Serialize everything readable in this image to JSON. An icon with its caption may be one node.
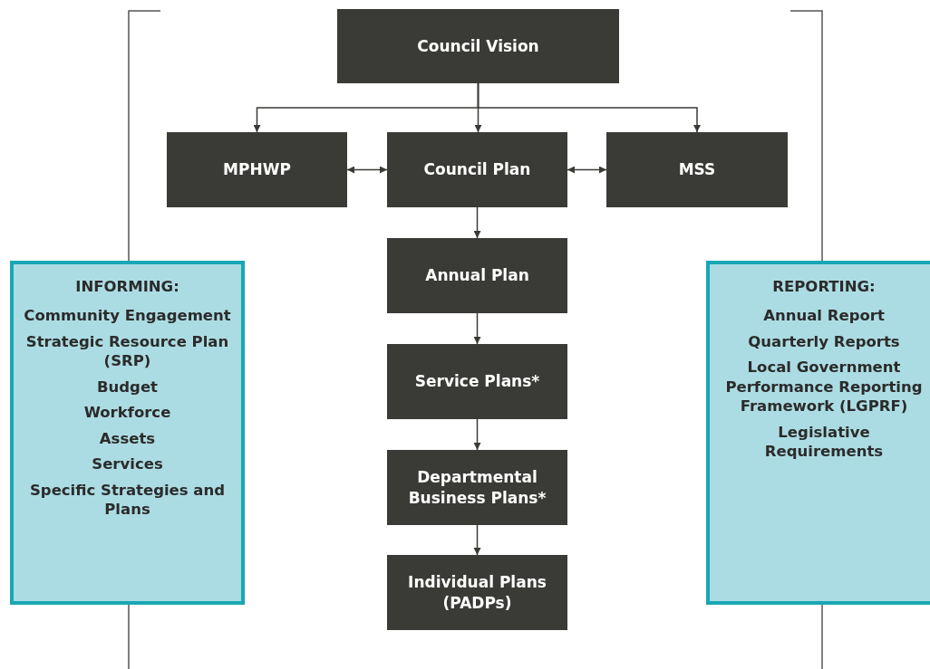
{
  "diagram": {
    "nodes": [
      {
        "text": [
          "Council Vision"
        ]
      },
      {
        "text": [
          "MPHWP"
        ]
      },
      {
        "text": [
          "Council Plan"
        ]
      },
      {
        "text": [
          "MSS"
        ]
      },
      {
        "text": [
          "INFORMING:",
          "Community Engagement",
          "Strategic Resource Plan (SRP)",
          "Budget",
          "Workforce",
          "Assets",
          "Services",
          "Specific Strategies and Plans"
        ]
      },
      {
        "text": [
          "Annual Plan"
        ]
      },
      {
        "text": [
          "REPORTING:",
          "Annual Report",
          "Quarterly Reports",
          "Local Government Performance Reporting Framework (LGPRF)",
          "Legislative Requirements"
        ]
      },
      {
        "text": [
          "Service Plans*"
        ]
      },
      {
        "text": [
          "Departmental Business Plans*"
        ]
      },
      {
        "text": [
          "Individual Plans (PADPs)"
        ]
      }
    ],
    "edges": [
      {
        "from": 0,
        "to": 1,
        "arrow": "to"
      },
      {
        "from": 0,
        "to": 2,
        "arrow": "to"
      },
      {
        "from": 0,
        "to": 3,
        "arrow": "to"
      },
      {
        "from": 1,
        "to": 2,
        "arrow": "both"
      },
      {
        "from": 2,
        "to": 3,
        "arrow": "both"
      },
      {
        "from": 2,
        "to": 5,
        "arrow": "to"
      },
      {
        "from": 5,
        "to": 7,
        "arrow": "to"
      },
      {
        "from": 7,
        "to": 8,
        "arrow": "to"
      },
      {
        "from": 8,
        "to": 9,
        "arrow": "to"
      }
    ]
  }
}
